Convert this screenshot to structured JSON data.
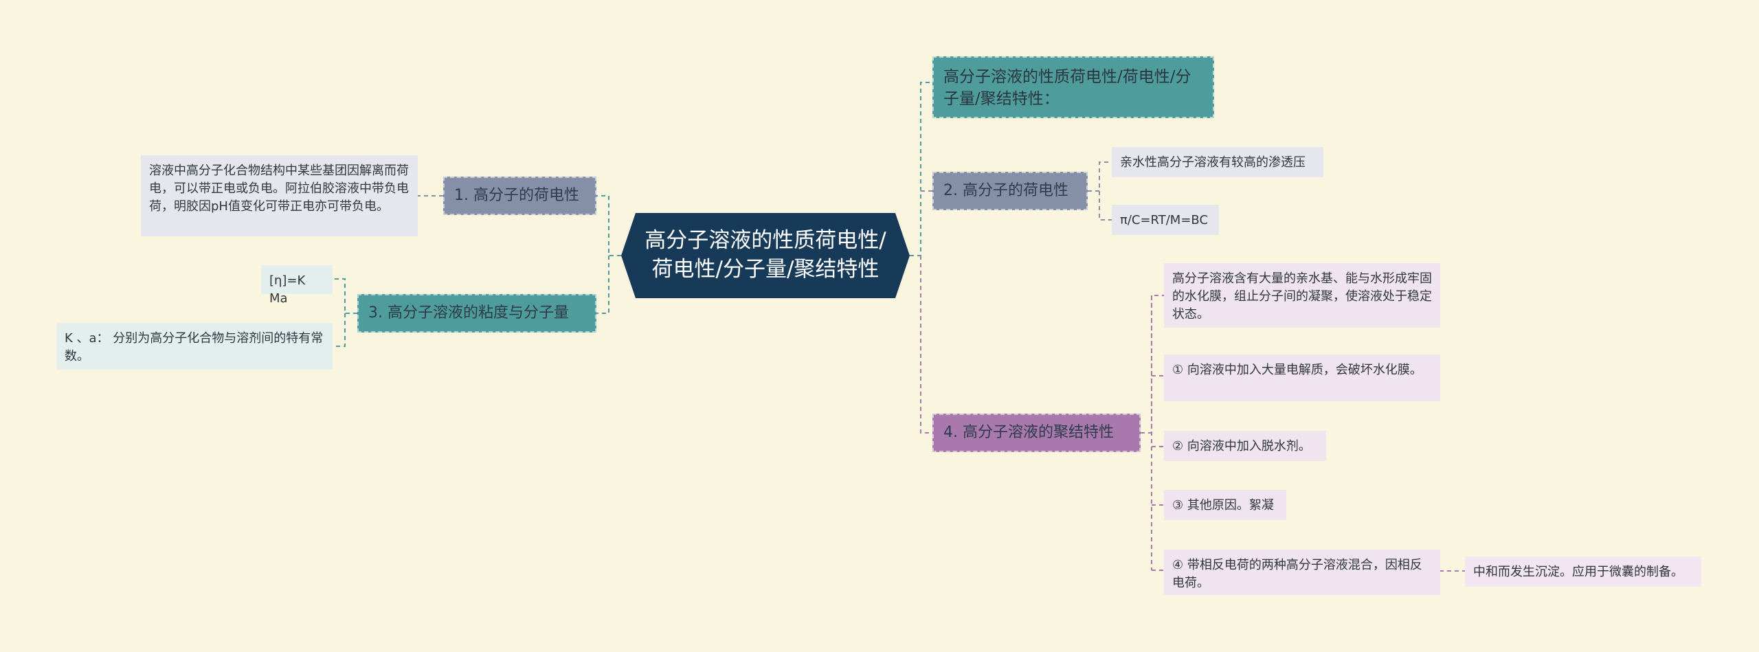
{
  "center": {
    "text": "高分子溶液的性质荷电性/荷电性/分子量/聚结特性"
  },
  "right": {
    "title": {
      "text": "高分子溶液的性质荷电性/荷电性/分子量/聚结特性："
    },
    "charge": {
      "label": "2. 高分子的荷电性",
      "items": [
        "亲水性高分子溶液有较高的渗透压",
        "π/C=RT/M=BC"
      ]
    },
    "aggregation": {
      "label": "4. 高分子溶液的聚结特性",
      "items": [
        "高分子溶液含有大量的亲水基、能与水形成牢固的水化膜，组止分子间的凝聚，使溶液处于稳定状态。",
        "① 向溶液中加入大量电解质，会破坏水化膜。",
        "② 向溶液中加入脱水剂。",
        "③ 其他原因。絮凝",
        "④ 带相反电荷的两种高分子溶液混合，因相反电荷。"
      ],
      "sub_item": "中和而发生沉淀。应用于微囊的制备。"
    }
  },
  "left": {
    "charge": {
      "label": "1. 高分子的荷电性",
      "item": "溶液中高分子化合物结构中某些基团因解离而荷电，可以带正电或负电。阿拉伯胶溶液中带负电荷，明胶因pH值变化可带正电亦可带负电。"
    },
    "viscosity": {
      "label": "3. 高分子溶液的粘度与分子量",
      "items": [
        "[η]=K Ma",
        "K 、a： 分别为高分子化合物与溶剂间的特有常数。"
      ]
    }
  },
  "colors": {
    "background": "#faf5df",
    "center": "#173a58",
    "slate": "#8590a8",
    "teal": "#4e9d9c",
    "purple": "#a979ae"
  }
}
